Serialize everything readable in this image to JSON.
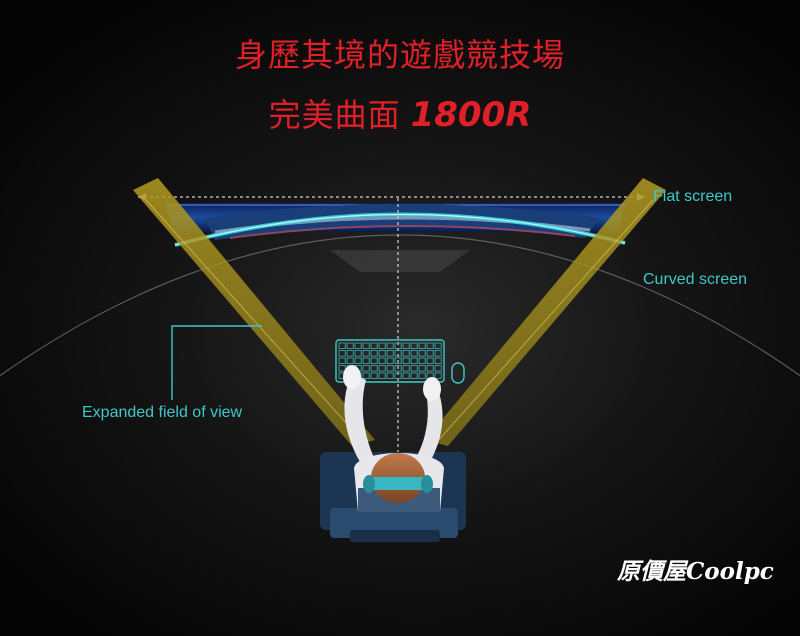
{
  "headline": {
    "line1": "身歷其境的遊戲競技場",
    "line2": "完美曲面",
    "line2_number": "1800R"
  },
  "labels": {
    "flat_screen": "Flat screen",
    "curved_screen": "Curved screen",
    "field_of_view": "Expanded field of view"
  },
  "logo": {
    "text": "原價屋Coolpc"
  },
  "colors": {
    "headline_red": "#e02028",
    "label_cyan": "#3fc8c8",
    "cone_yellow": "#a89420",
    "chair_blue": "#1c3552"
  }
}
